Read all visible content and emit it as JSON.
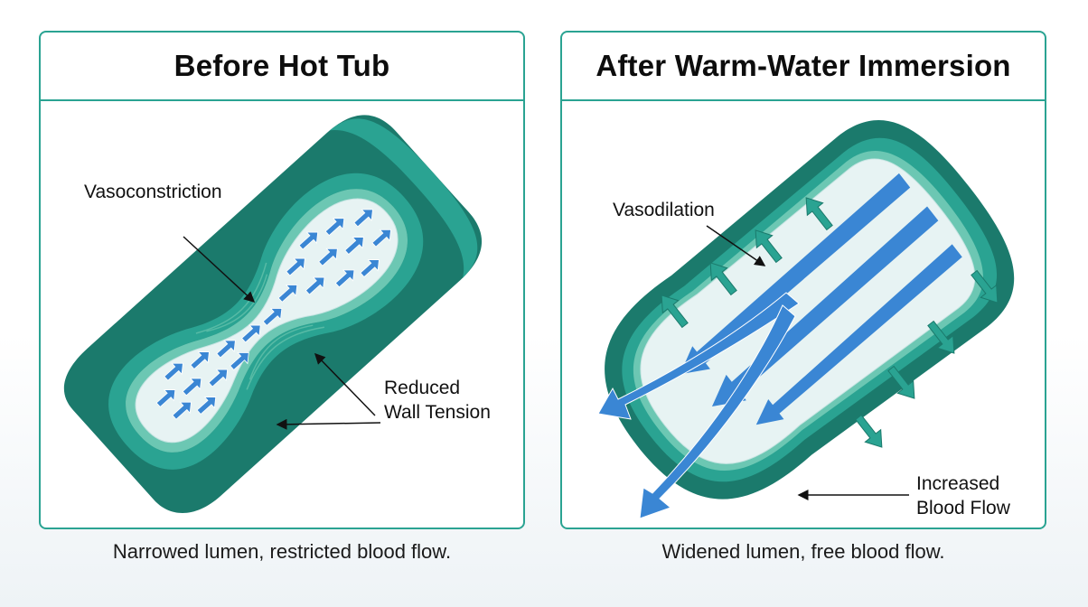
{
  "panels": {
    "before": {
      "title": "Before Hot Tub",
      "label_constriction": "Vasoconstriction",
      "label_tension_line1": "Reduced",
      "label_tension_line2": "Wall Tension",
      "caption": "Narrowed lumen, restricted blood flow."
    },
    "after": {
      "title": "After Warm-Water Immersion",
      "label_dilation": "Vasodilation",
      "label_flow_line1": "Increased",
      "label_flow_line2": "Blood Flow",
      "caption": "Widened lumen, free blood flow."
    }
  },
  "colors": {
    "vessel_dark": "#1b7a6c",
    "vessel_mid": "#2aa392",
    "vessel_light": "#6cc7b3",
    "lumen": "#e7f3f3",
    "blood_arrow": "#3a86d4",
    "panel_border": "#2aa392"
  }
}
